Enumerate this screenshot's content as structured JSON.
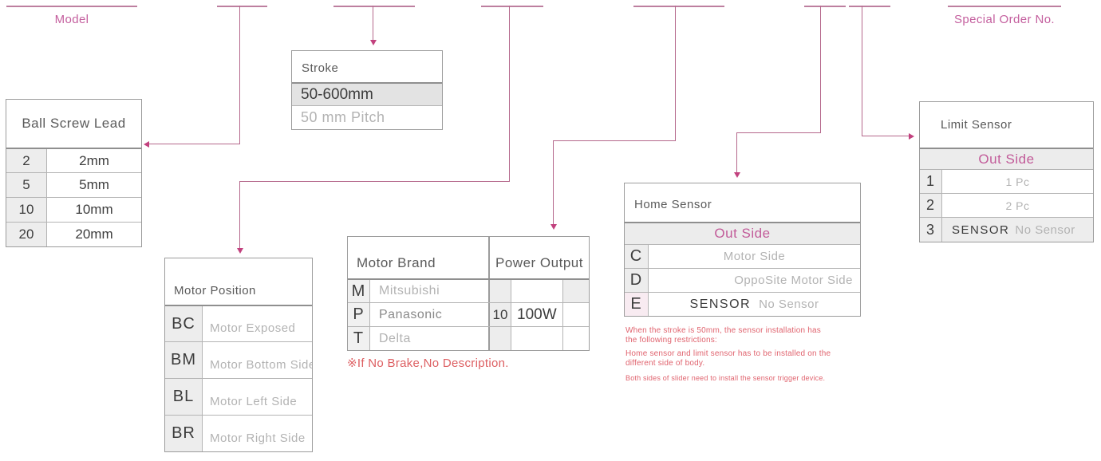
{
  "labels": {
    "model": "Model",
    "special_order": "Special Order No."
  },
  "colors": {
    "connector_line": "#b5688c",
    "arrow": "#c2417e",
    "pink_label": "#c45f9e",
    "outside_pink": "#c25b99",
    "note_red": "#dd5f62",
    "notes_pink": "#e0636e",
    "gray_cell": "#ededed",
    "dark_text": "#3c3c3c",
    "light_text": "#b3b3b3",
    "border": "#9c9c9c"
  },
  "ball_screw_lead": {
    "title": "Ball Screw Lead",
    "rows": [
      {
        "code": "2",
        "value": "2mm"
      },
      {
        "code": "5",
        "value": "5mm"
      },
      {
        "code": "10",
        "value": "10mm"
      },
      {
        "code": "20",
        "value": "20mm"
      }
    ]
  },
  "stroke": {
    "title": "Stroke",
    "range": "50-600mm",
    "pitch": "50 mm Pitch"
  },
  "motor_position": {
    "title": "Motor Position",
    "rows": [
      {
        "code": "BC",
        "value": "Motor Exposed"
      },
      {
        "code": "BM",
        "value": "Motor Bottom Side"
      },
      {
        "code": "BL",
        "value": "Motor Left Side"
      },
      {
        "code": "BR",
        "value": "Motor Right Side"
      }
    ]
  },
  "motor_brand": {
    "title": "Motor Brand",
    "rows": [
      {
        "code": "M",
        "value": "Mitsubishi"
      },
      {
        "code": "P",
        "value": "Panasonic"
      },
      {
        "code": "T",
        "value": "Delta"
      }
    ]
  },
  "power_output": {
    "title": "Power Output",
    "code": "10",
    "value": "100W"
  },
  "brake_note": "※If No Brake,No Description.",
  "home_sensor": {
    "title": "Home Sensor",
    "subheader": "Out Side",
    "rows": [
      {
        "code": "C",
        "value": "Motor Side"
      },
      {
        "code": "D",
        "value": "OppoSite Motor Side"
      },
      {
        "code": "E",
        "strong": "SENSOR",
        "value": "No Sensor"
      }
    ]
  },
  "home_sensor_notes": [
    "When the stroke is 50mm, the sensor installation has the following restrictions:",
    "Home sensor and limit sensor has to be installed on the different side of body.",
    "Both sides of slider need to install the sensor trigger device."
  ],
  "limit_sensor": {
    "title": "Limit Sensor",
    "subheader": "Out Side",
    "rows": [
      {
        "code": "1",
        "value": "1 Pc"
      },
      {
        "code": "2",
        "value": "2 Pc"
      },
      {
        "code": "3",
        "strong": "SENSOR",
        "value": "No Sensor"
      }
    ]
  }
}
